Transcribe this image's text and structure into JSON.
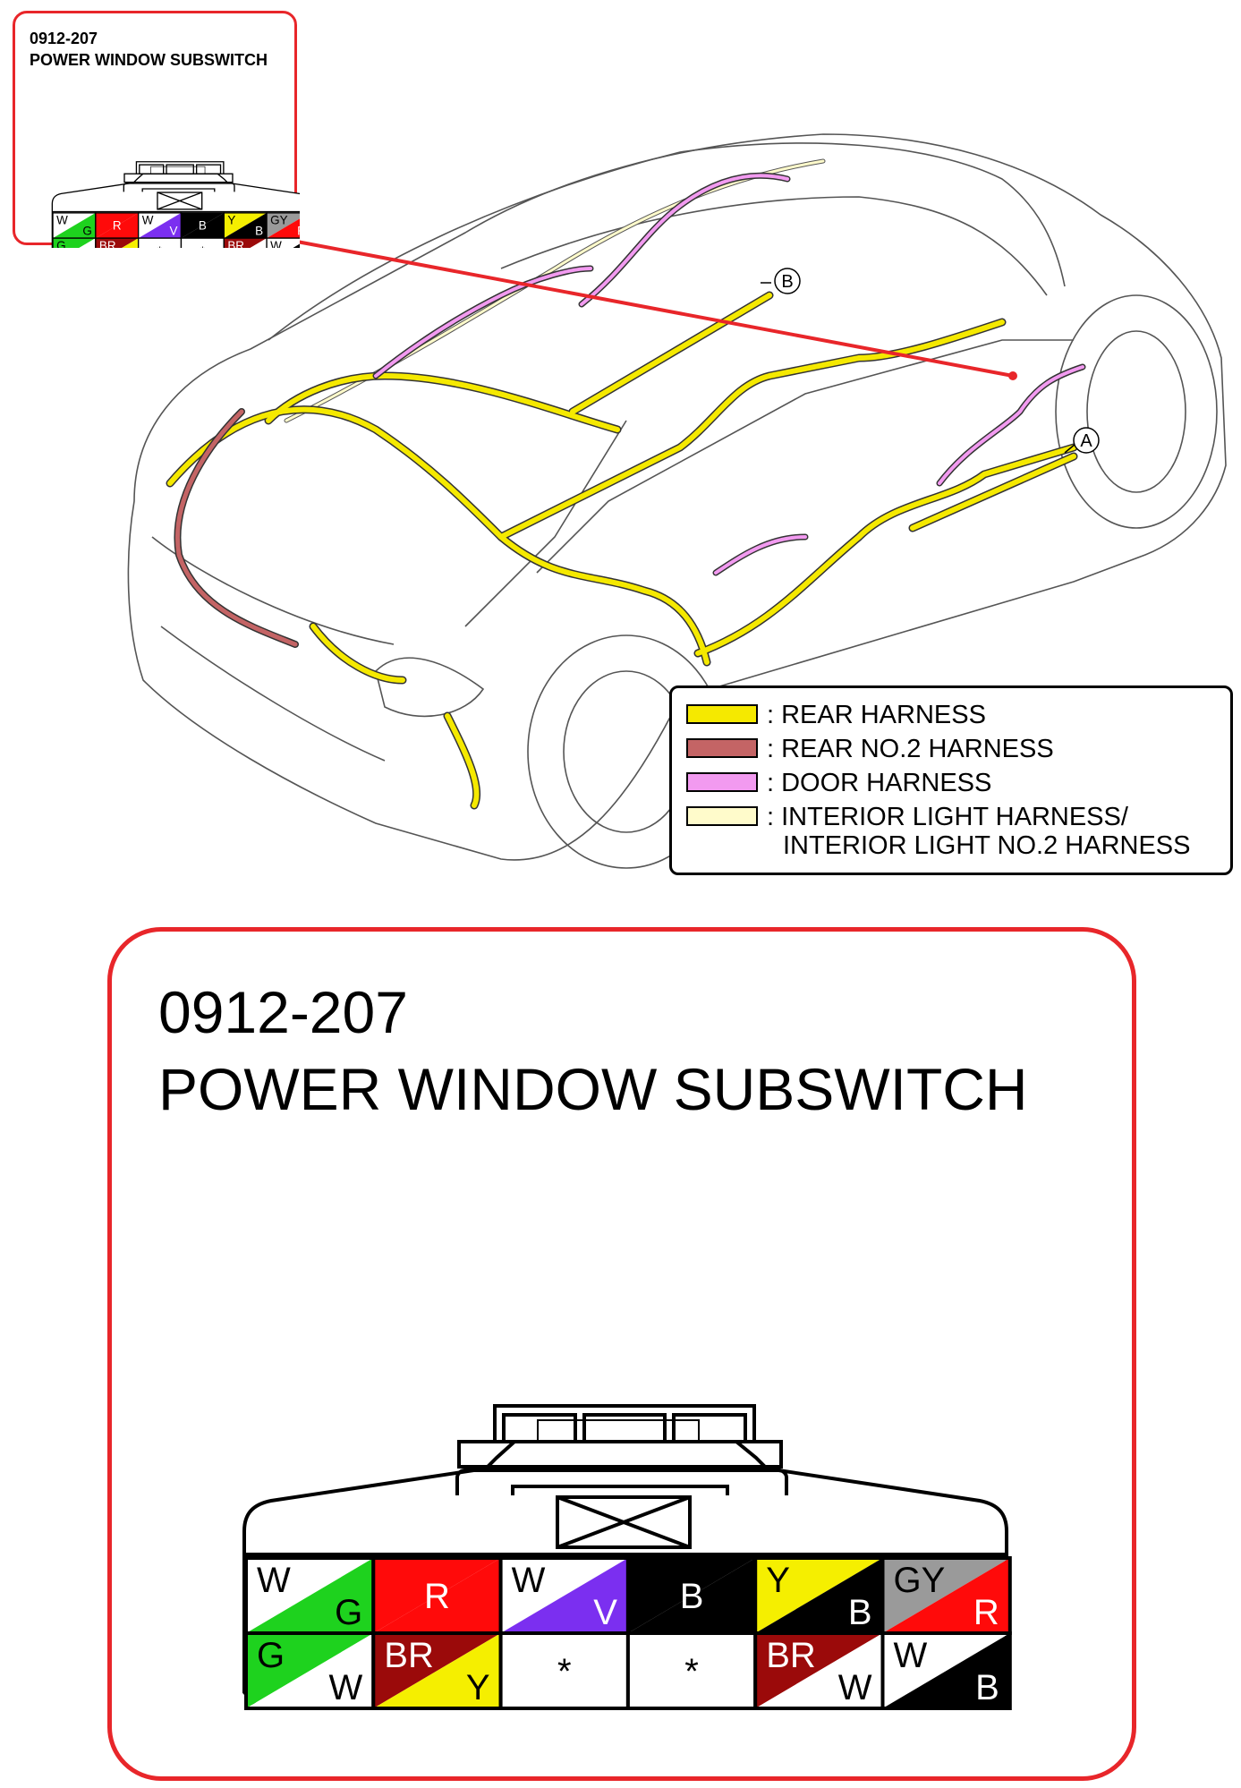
{
  "connector": {
    "code": "0912-207",
    "name": "POWER WINDOW SUBSWITCH"
  },
  "colors": {
    "callout_border": "#e8262a",
    "rear_harness": "#f5e900",
    "rear_no2_harness": "#c46465",
    "door_harness": "#f29af0",
    "interior_light_harness": "#fffbcb"
  },
  "markers": {
    "a": "A",
    "b": "B"
  },
  "legend": [
    {
      "label": ": REAR HARNESS",
      "color": "#f5e900"
    },
    {
      "label": ": REAR NO.2 HARNESS",
      "color": "#c46465"
    },
    {
      "label": ": DOOR HARNESS",
      "color": "#f29af0"
    },
    {
      "label": ": INTERIOR LIGHT HARNESS/",
      "label2": "INTERIOR LIGHT NO.2 HARNESS",
      "color": "#fffbcb"
    }
  ],
  "pins": {
    "top_row": [
      {
        "top": "W",
        "bottom": "G",
        "c1": "#ffffff",
        "c2": "#1ed21e"
      },
      {
        "top": "",
        "bottom": "",
        "single": "R",
        "c1": "#ff0a0a",
        "c2": "#ff0a0a"
      },
      {
        "top": "W",
        "bottom": "V",
        "c1": "#ffffff",
        "c2": "#7b2ff0"
      },
      {
        "top": "",
        "bottom": "",
        "single": "B",
        "c1": "#000000",
        "c2": "#000000"
      },
      {
        "top": "Y",
        "bottom": "B",
        "c1": "#f5ef00",
        "c2": "#000000"
      },
      {
        "top": "GY",
        "bottom": "R",
        "c1": "#9a9a9a",
        "c2": "#ff0a0a"
      }
    ],
    "bottom_row": [
      {
        "top": "G",
        "bottom": "W",
        "c1": "#1ed21e",
        "c2": "#ffffff"
      },
      {
        "top": "BR",
        "bottom": "Y",
        "c1": "#9b0a0a",
        "c2": "#f5ef00"
      },
      {
        "top": "",
        "bottom": "",
        "single": "*",
        "c1": "#ffffff",
        "c2": "#ffffff"
      },
      {
        "top": "",
        "bottom": "",
        "single": "*",
        "c1": "#ffffff",
        "c2": "#ffffff"
      },
      {
        "top": "BR",
        "bottom": "W",
        "c1": "#9b0a0a",
        "c2": "#ffffff"
      },
      {
        "top": "W",
        "bottom": "B",
        "c1": "#ffffff",
        "c2": "#000000"
      }
    ]
  }
}
